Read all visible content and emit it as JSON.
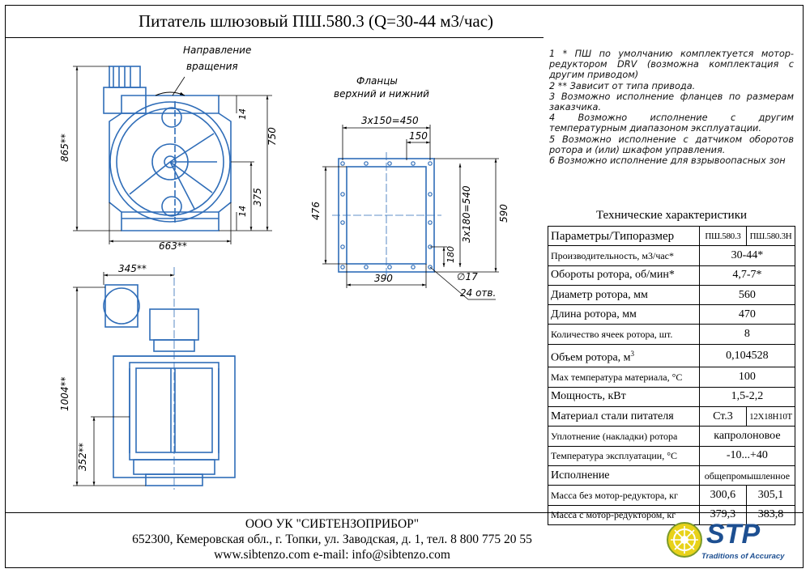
{
  "title": "Питатель шлюзовый ПШ.580.3 (Q=30-44 м3/час)",
  "drawing": {
    "rotation_label_1": "Направление",
    "rotation_label_2": "вращения",
    "flanges_label_1": "Фланцы",
    "flanges_label_2": "верхний и нижний",
    "dim_865": "865**",
    "dim_750": "750",
    "dim_375": "375",
    "dim_14a": "14",
    "dim_14b": "14",
    "dim_663": "663**",
    "dim_345": "345**",
    "dim_1004": "1004**",
    "dim_352": "352**",
    "dim_3x150": "3x150=450",
    "dim_150": "150",
    "dim_476": "476",
    "dim_3x180": "3x180=540",
    "dim_590": "590",
    "dim_180": "180",
    "dim_390": "390",
    "dim_d17": "∅17",
    "dim_24holes": "24 отв."
  },
  "notes": [
    "1 * ПШ по умолчанию комплектуется мотор-редуктором DRV (возможна комплектация с другим приводом)",
    "2 ** Зависит от типа привода.",
    "3 Возможно исполнение фланцев по размерам заказчика.",
    "4 Возможно исполнение с другим температурным диапазоном эксплуатации.",
    "5 Возможно исполнение с датчиком оборотов ротора и (или) шкафом управления.",
    "6 Возможно исполнение для взрывоопасных зон"
  ],
  "spec": {
    "title": "Технические характеристики",
    "header": {
      "param": "Параметры/Типоразмер",
      "m1": "ПШ.580.3",
      "m2": "ПШ.580.3Н"
    },
    "rows": [
      {
        "name": "Производительность, м3/час*",
        "value": "30-44*"
      },
      {
        "name": "Обороты ротора, об/мин*",
        "value": "4,7-7*"
      },
      {
        "name": "Диаметр ротора, мм",
        "value": "560"
      },
      {
        "name": "Длина ротора, мм",
        "value": "470"
      },
      {
        "name": "Количество ячеек ротора, шт.",
        "value": "8"
      },
      {
        "name": "Объем ротора, м",
        "sup": "3",
        "value": "0,104528"
      },
      {
        "name": "Мах температура материала, °С",
        "value": "100"
      },
      {
        "name": "Мощность, кВт",
        "value": "1,5-2,2"
      },
      {
        "name": "Материал стали питателя",
        "v1": "Ст.3",
        "v2": "12Х18Н10Т"
      },
      {
        "name": "Уплотнение (накладки) ротора",
        "value": "капролоновое"
      },
      {
        "name": "Температура эксплуатации, °С",
        "value": "-10...+40"
      },
      {
        "name": "Исполнение",
        "value": "общепромышленное"
      },
      {
        "name": "Масса без мотор-редуктора, кг",
        "v1": "300,6",
        "v2": "305,1"
      },
      {
        "name": "Масса с мотор-редуктором, кг",
        "v1": "379,3",
        "v2": "383,8"
      }
    ]
  },
  "footer": {
    "company": "ООО УК \"СИБТЕНЗОПРИБОР\"",
    "address": "652300, Кемеровская обл., г. Топки, ул. Заводская, д. 1, тел. 8 800 775 20 55",
    "web": "www.sibtenzo.com e-mail: info@sibtenzo.com"
  },
  "logo": {
    "name": "STP",
    "tagline": "Traditions of Accuracy",
    "color": "#1d4f91"
  },
  "colors": {
    "drawing_blue": "#2f6db8",
    "dimension_line": "#000000"
  }
}
